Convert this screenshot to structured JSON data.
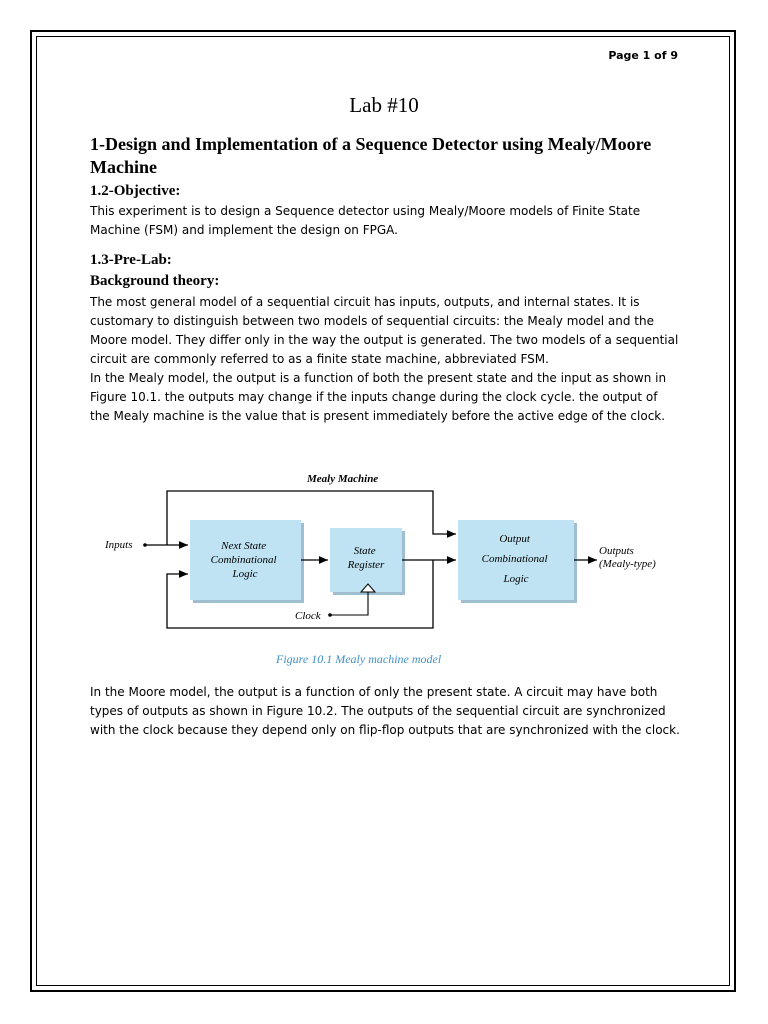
{
  "header": {
    "page_label": "Page 1 of 9"
  },
  "lab_title": "Lab #10",
  "main_title": "1-Design and Implementation of a Sequence Detector using Mealy/Moore Machine",
  "objective": {
    "heading": "1.2-Objective:",
    "text": "This experiment is to design a Sequence detector using Mealy/Moore models of Finite State Machine (FSM) and implement the design on FPGA."
  },
  "prelab": {
    "heading": "1.3-Pre-Lab:",
    "subheading": "Background theory:",
    "para1": "The most general model of a sequential circuit has inputs, outputs, and internal states. It is customary to distinguish between two models of sequential circuits: the Mealy model and the Moore model. They differ only in the way the output is generated. The two models of a sequential circuit are commonly referred to as a finite state machine, abbreviated FSM.",
    "para2": "In the Mealy model, the output is a function of both the present state and the input as shown in Figure 10.1. the outputs may change if the inputs change during the clock cycle. the output of the Mealy machine is the value that is present immediately before the active edge of the clock.",
    "para3": "In the Moore model, the output is a function of only the present state. A circuit may have both types of outputs as shown in Figure 10.2. The outputs of the sequential circuit are synchronized with the clock because they depend only on flip-flop outputs that are synchronized with the clock."
  },
  "figure": {
    "top_label": "Mealy Machine",
    "inputs_label": "Inputs",
    "block1": [
      "Next State",
      "Combinational",
      "Logic"
    ],
    "block2": [
      "State",
      "Register"
    ],
    "block3": [
      "Output",
      "Combinational",
      "Logic"
    ],
    "outputs_label": [
      "Outputs",
      "(Mealy-type)"
    ],
    "clock_label": "Clock",
    "caption": "Figure 10.1 Mealy machine model",
    "colors": {
      "block_fill": "#bfe3f3",
      "block_shadow": "#9fbfd0",
      "caption": "#3f8fc6"
    }
  }
}
